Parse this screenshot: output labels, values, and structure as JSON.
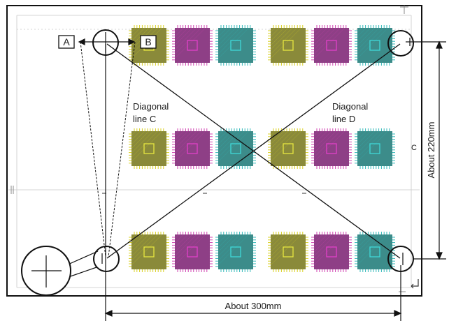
{
  "labels": {
    "a": "A",
    "b": "B",
    "c": "C",
    "diagonal_c_line1": "Diagonal",
    "diagonal_c_line2": "line C",
    "diagonal_d_line1": "Diagonal",
    "diagonal_d_line2": "line D",
    "width_dim": "About 300mm",
    "height_dim": "About 220mm"
  },
  "patch_colors": {
    "yellow": "#8a8a3a",
    "magenta": "#8e3f86",
    "cyan": "#3c8c8a",
    "yellow_inner": "#e6e640",
    "magenta_inner": "#e040c8",
    "cyan_inner": "#40d8d8",
    "yellow_tick": "#d8d020",
    "magenta_tick": "#d040b0",
    "cyan_tick": "#30b8b8"
  }
}
